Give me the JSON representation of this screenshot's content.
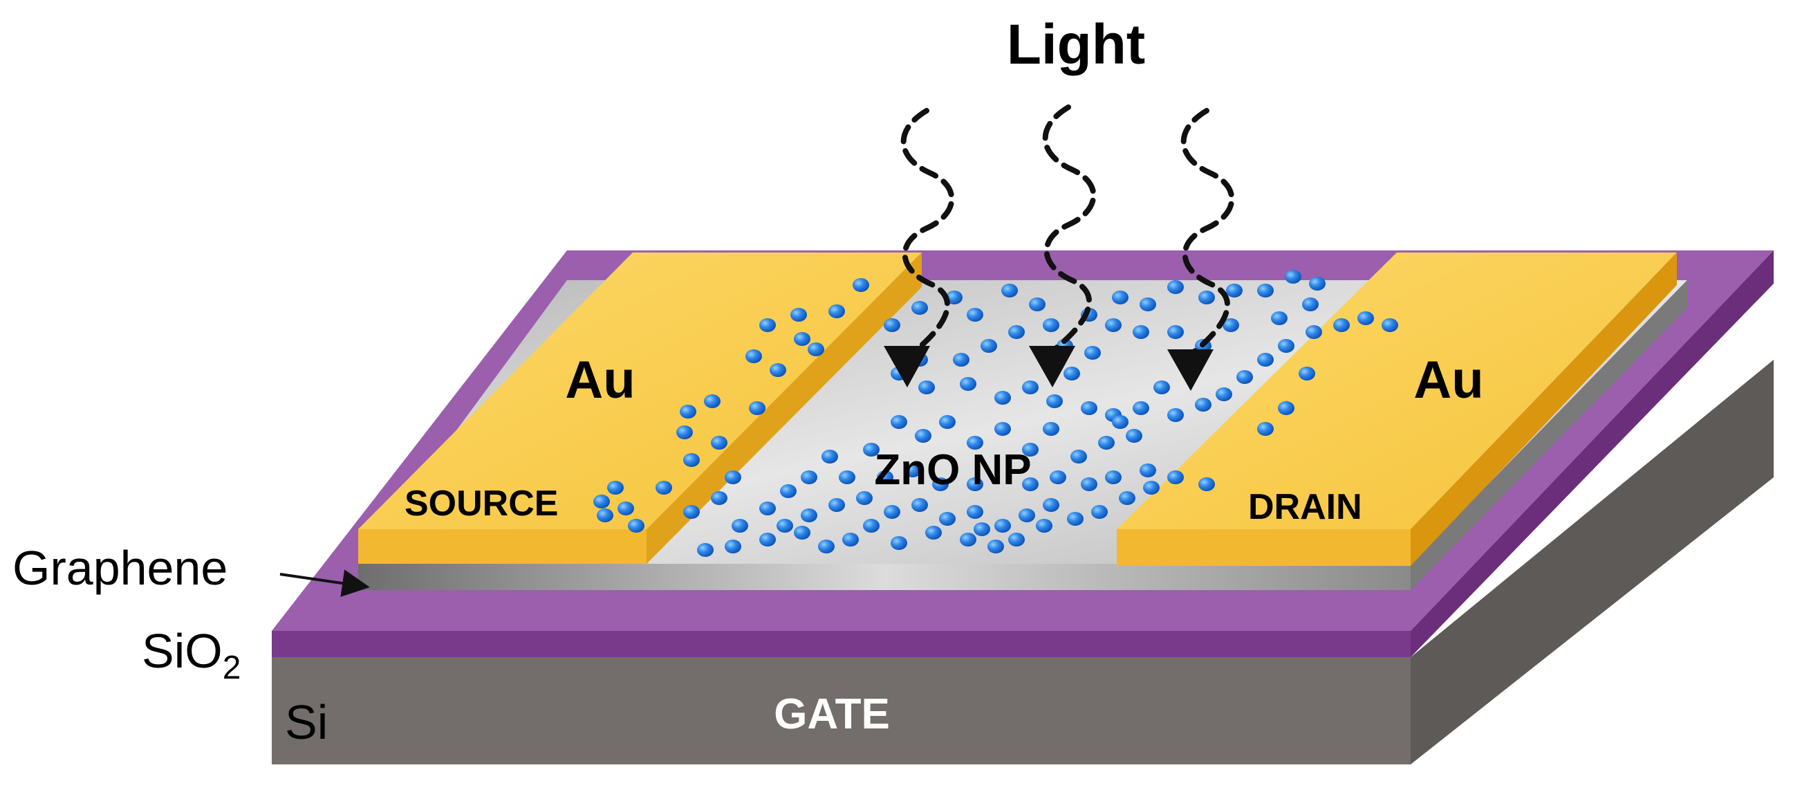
{
  "labels": {
    "light": "Light",
    "au_left": "Au",
    "au_right": "Au",
    "source": "SOURCE",
    "drain": "DRAIN",
    "zno": "ZnO NP",
    "graphene": "Graphene",
    "sio2_base": "SiO",
    "sio2_sub": "2",
    "si": "Si",
    "gate": "GATE"
  },
  "colors": {
    "si_front": "#736e6c",
    "si_side": "#5e5a58",
    "sio2_front": "#7a3a8c",
    "sio2_top": "#9b5fae",
    "graphene_top": "#cfcfcf",
    "graphene_edge": "#8a8a8a",
    "gold_top": "#f7c84a",
    "gold_side": "#e0a21a",
    "gold_front": "#f2b930",
    "nanoparticle": "#1d6fd6",
    "arrow": "#111111"
  },
  "icons": {
    "light_wave": "wavy-dashed-arrow",
    "nanoparticle": "blue-sphere"
  }
}
